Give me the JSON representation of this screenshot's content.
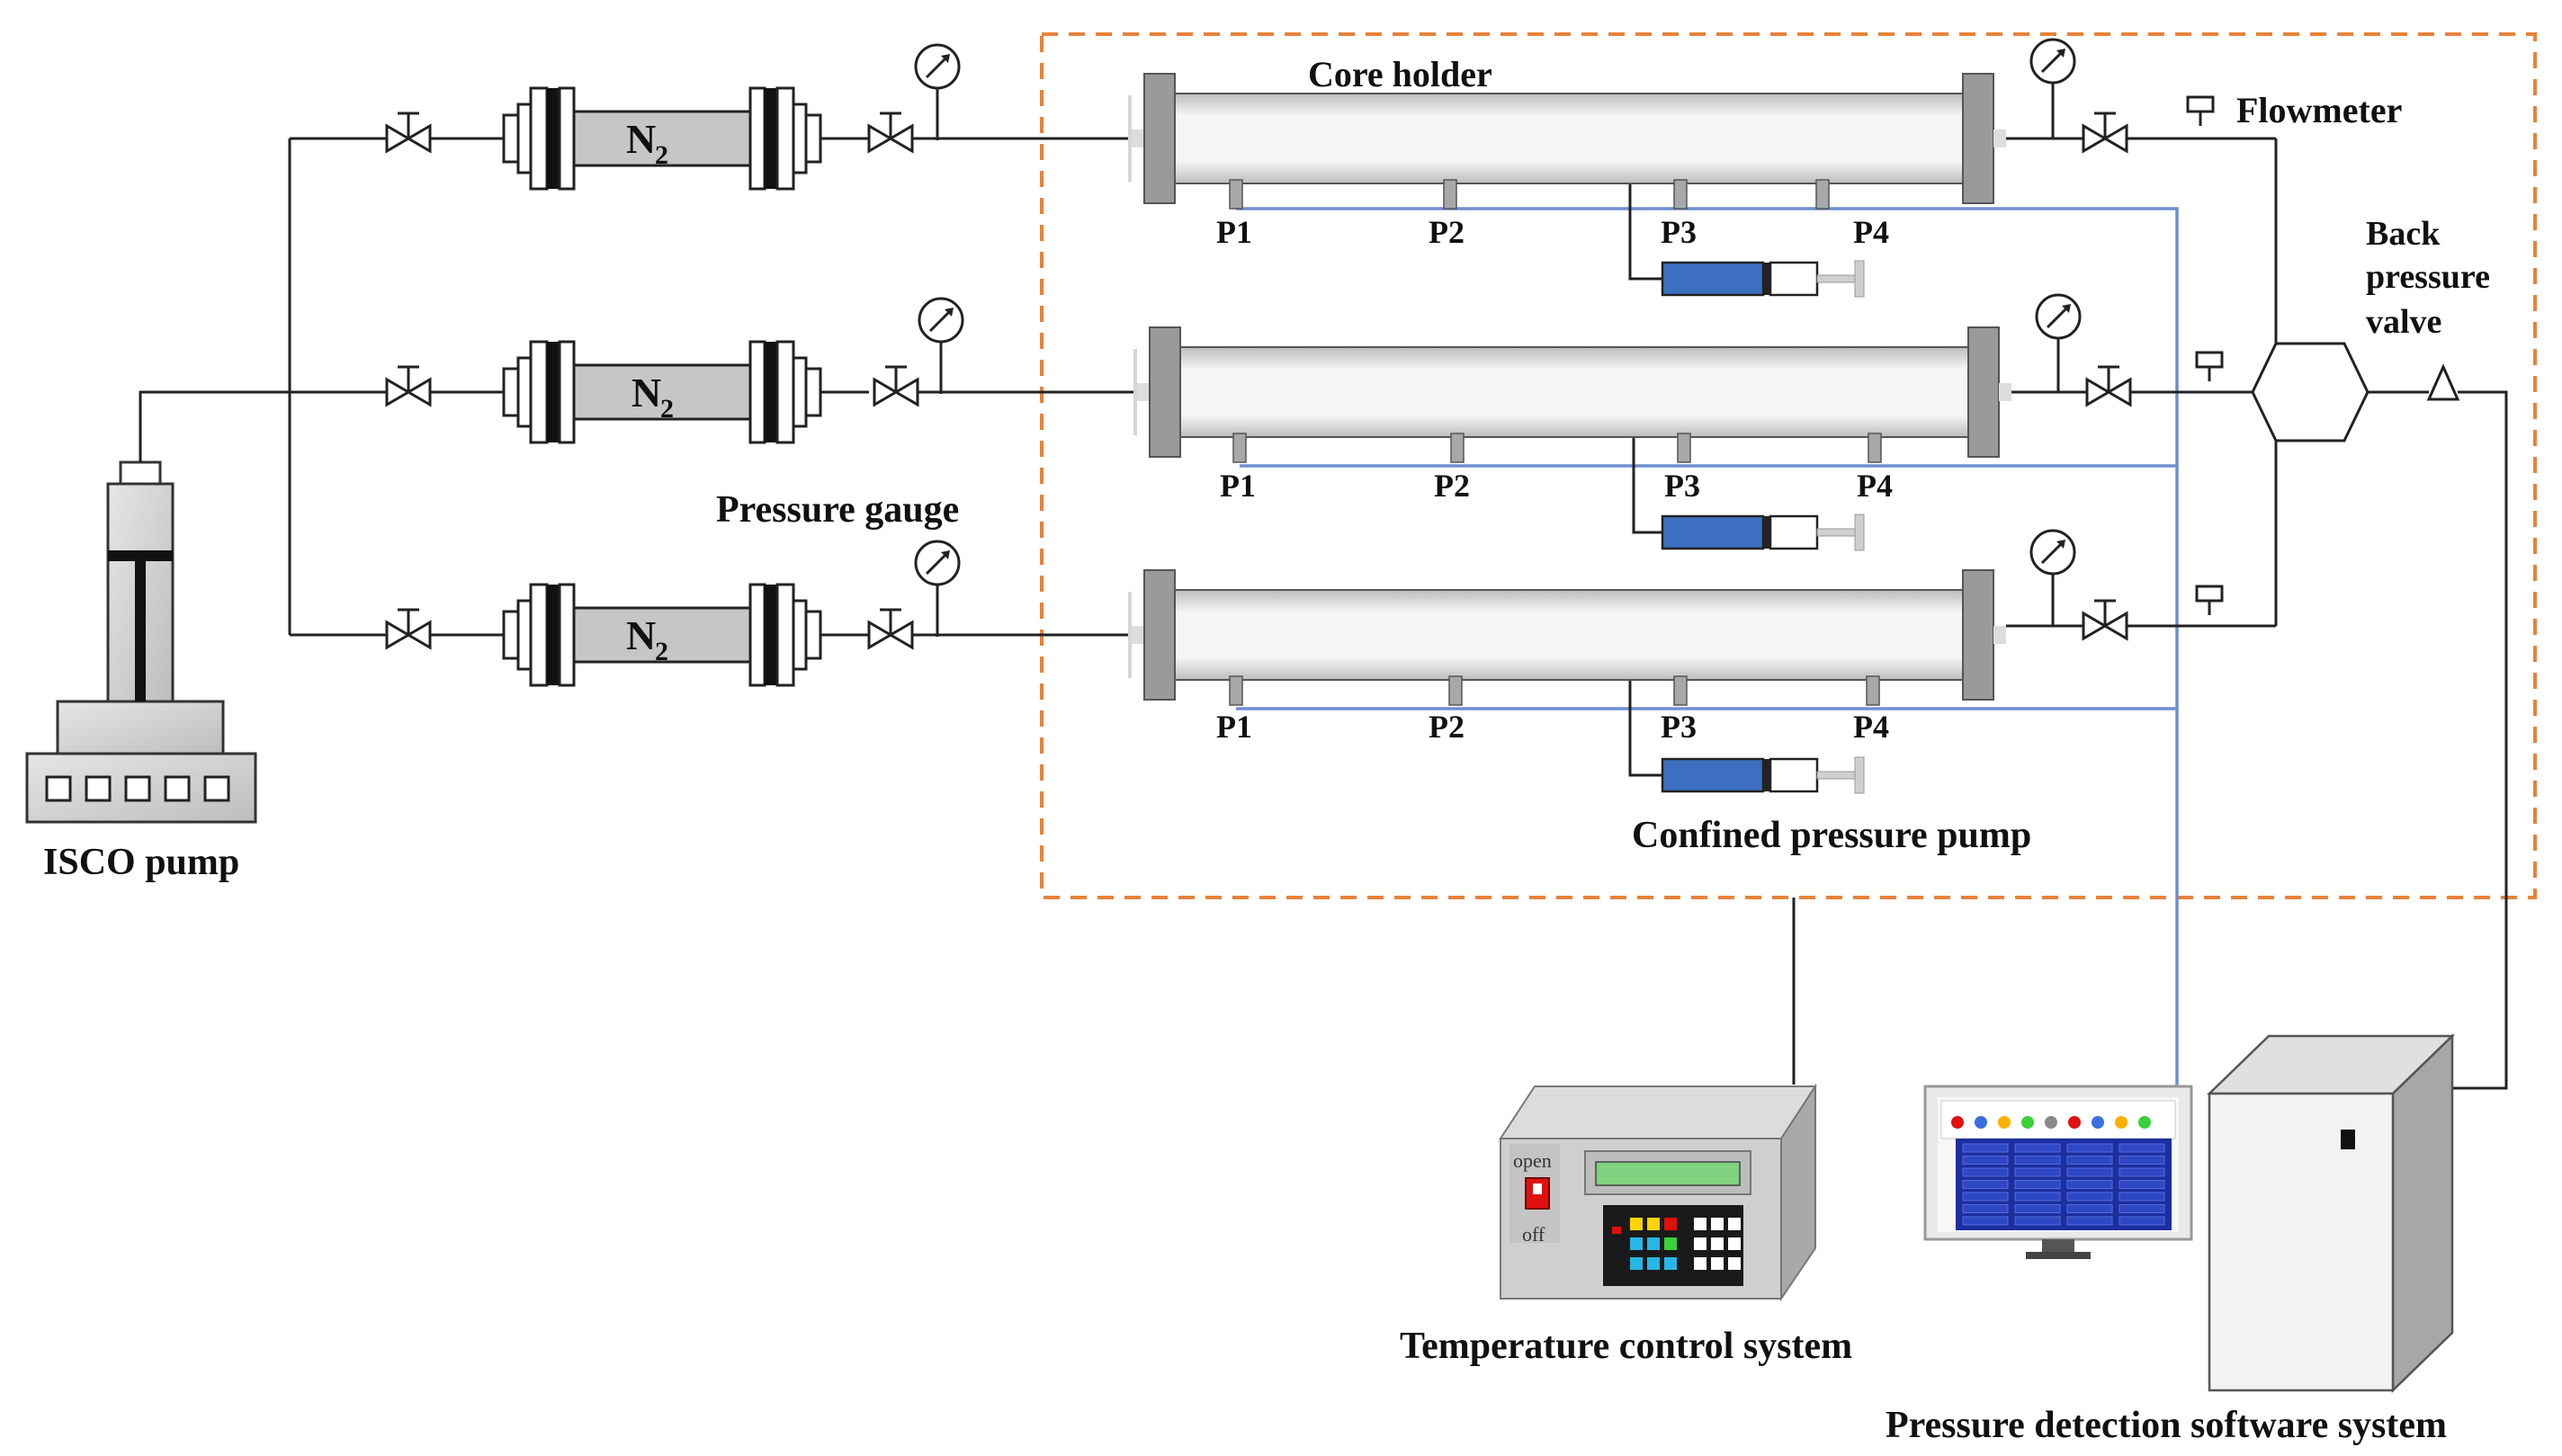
{
  "labels": {
    "core_holder": "Core holder",
    "flowmeter": "Flowmeter",
    "back_pressure_valve_line1": "Back",
    "back_pressure_valve_line2": "pressure",
    "back_pressure_valve_line3": "valve",
    "pressure_gauge": "Pressure gauge",
    "isco_pump": "ISCO pump",
    "confined_pressure_pump": "Confined pressure pump",
    "temperature_control_system": "Temperature control system",
    "pressure_detection_software_system": "Pressure detection software system"
  },
  "gas_label": "N",
  "gas_subscript": "2",
  "ports": [
    "P1",
    "P2",
    "P3",
    "P4"
  ],
  "temp_controller": {
    "switch_on": "open",
    "switch_off": "off"
  },
  "colors": {
    "enclosure": "#e8823a",
    "pressure_lines": "#6f8fd0",
    "pump_piston": "#3c6fbf",
    "switch": "#e01010",
    "display": "#7fd27f",
    "monitor_screen": "#1d2fa0"
  }
}
